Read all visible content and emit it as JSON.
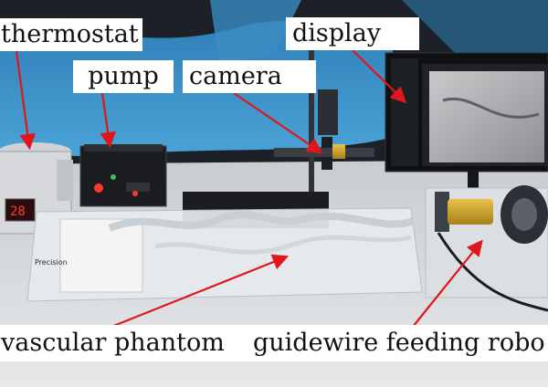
{
  "labels": {
    "thermostat": "thermostat",
    "pump": "pump",
    "camera": "camera",
    "display": "display",
    "phantom": "vascular phantom",
    "robot": "guidewire feeding robo"
  },
  "devices": {
    "thermostat_readout": "28",
    "phantom_brand": "Precision"
  },
  "colors": {
    "arrow": "#e0161c",
    "background_cloth": "#3a8fc4",
    "table": "#d9dcdf",
    "brass": "#c9a227"
  }
}
